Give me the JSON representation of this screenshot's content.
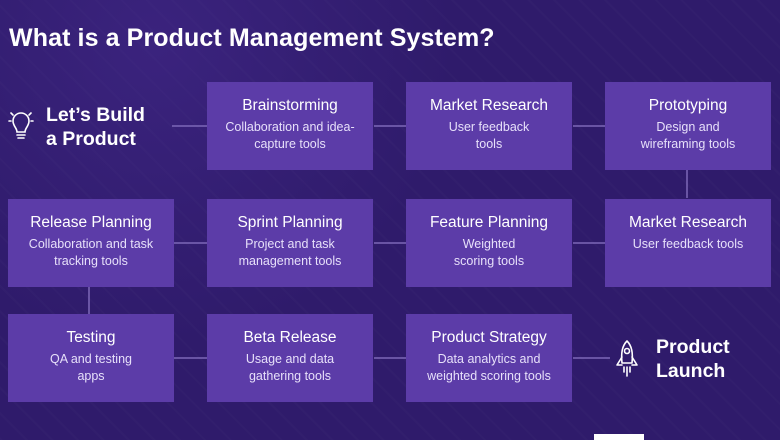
{
  "title": "What is a Product Management System?",
  "start": {
    "label": "Let’s Build a Product",
    "icon": "lightbulb-icon"
  },
  "end": {
    "label": "Product Launch",
    "icon": "rocket-icon"
  },
  "colors": {
    "background": "#2f1b6b",
    "box": "#5c3ca8",
    "connector": "#7d68b8",
    "text": "#ffffff"
  },
  "steps": [
    {
      "title": "Brainstorming",
      "desc": "Collaboration and idea-capture tools"
    },
    {
      "title": "Market Research",
      "desc": "User feedback tools"
    },
    {
      "title": "Prototyping",
      "desc": "Design and wireframing tools"
    },
    {
      "title": "Market Research",
      "desc": "User feedback tools"
    },
    {
      "title": "Feature Planning",
      "desc": "Weighted scoring tools"
    },
    {
      "title": "Sprint Planning",
      "desc": "Project and task management tools"
    },
    {
      "title": "Release Planning",
      "desc": "Collaboration and task tracking tools"
    },
    {
      "title": "Testing",
      "desc": "QA and testing apps"
    },
    {
      "title": "Beta Release",
      "desc": "Usage and data gathering tools"
    },
    {
      "title": "Product Strategy",
      "desc": "Data analytics and weighted scoring tools"
    }
  ]
}
